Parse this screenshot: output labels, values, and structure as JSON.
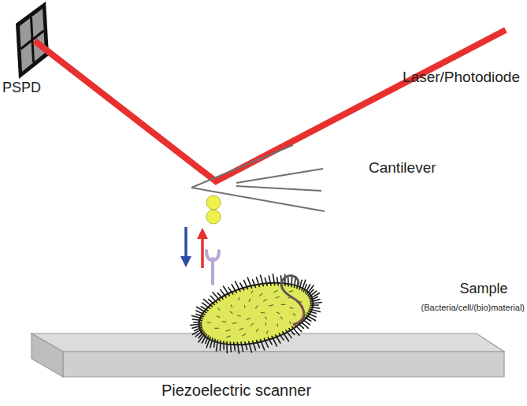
{
  "diagram": {
    "labels": [
      "PSPD",
      "Laser/Photodiode",
      "Cantilever",
      "Sample",
      "(Bacteria/cell/(bio)material)",
      "Piezoelectric scanner"
    ]
  }
}
